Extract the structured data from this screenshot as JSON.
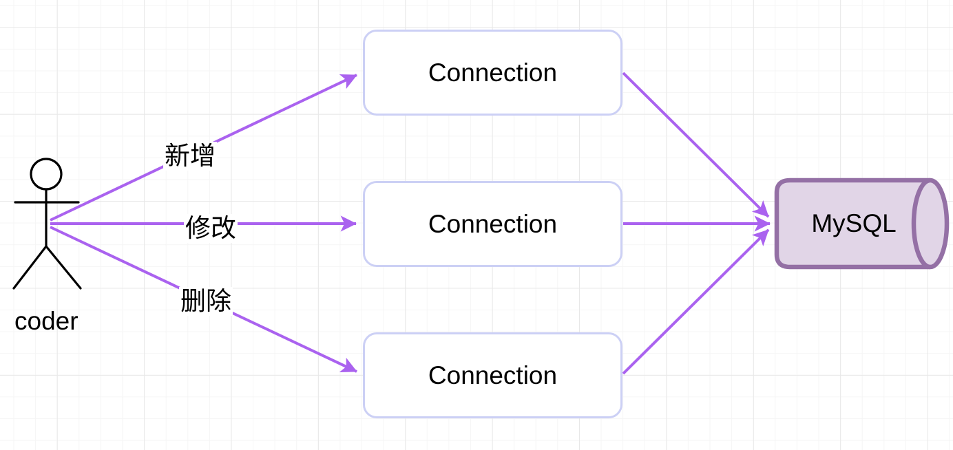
{
  "diagram": {
    "actor": {
      "label": "coder"
    },
    "connections": [
      {
        "label": "Connection"
      },
      {
        "label": "Connection"
      },
      {
        "label": "Connection"
      }
    ],
    "database": {
      "label": "MySQL"
    },
    "edge_labels": {
      "add": "新增",
      "modify": "修改",
      "delete": "删除"
    },
    "icons": {
      "actor": "stick-figure-icon",
      "database": "cylinder-database-icon",
      "arrow": "block-arrowhead-icon"
    },
    "colors": {
      "arrow": "#aa62ef",
      "box_border": "#ccd0f5",
      "cylinder_fill": "#e1d5e7",
      "cylinder_stroke": "#9470a5",
      "figure": "#000000",
      "text": "#000000"
    }
  }
}
